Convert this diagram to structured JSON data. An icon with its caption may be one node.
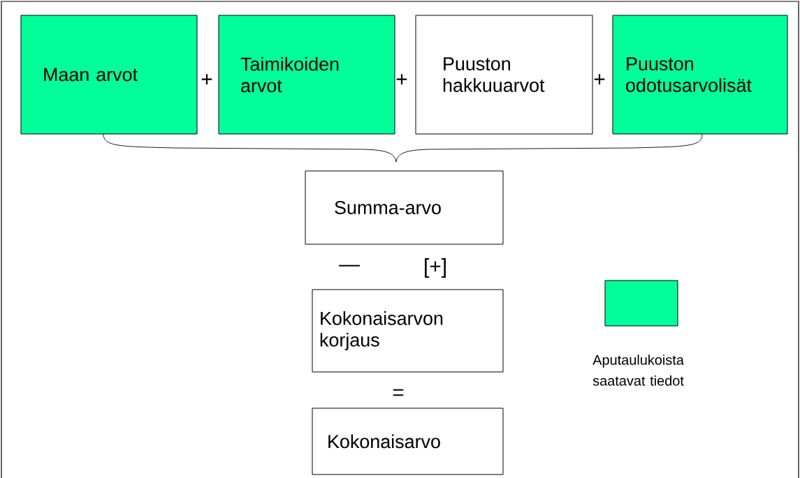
{
  "diagram": {
    "nodes": [
      {
        "text": [
          "Maan arvot"
        ]
      },
      {
        "text": [
          "Taimikoiden arvot"
        ]
      },
      {
        "text": [
          "Puuston hakkuuarvot"
        ]
      },
      {
        "text": [
          "Puuston odotusarvolisät"
        ]
      },
      {
        "text": [
          "Summa-arvo"
        ]
      },
      {
        "text": [
          "Kokonaisarvon korjaus"
        ]
      },
      {
        "text": [
          "Kokonaisarvo"
        ]
      }
    ],
    "labels": [
      "+",
      "+",
      "+",
      "—",
      "[+]",
      "="
    ],
    "legend": [
      {
        "text": "Aputaulukoista saatavat tiedot",
        "color": "#00ff99"
      }
    ]
  }
}
